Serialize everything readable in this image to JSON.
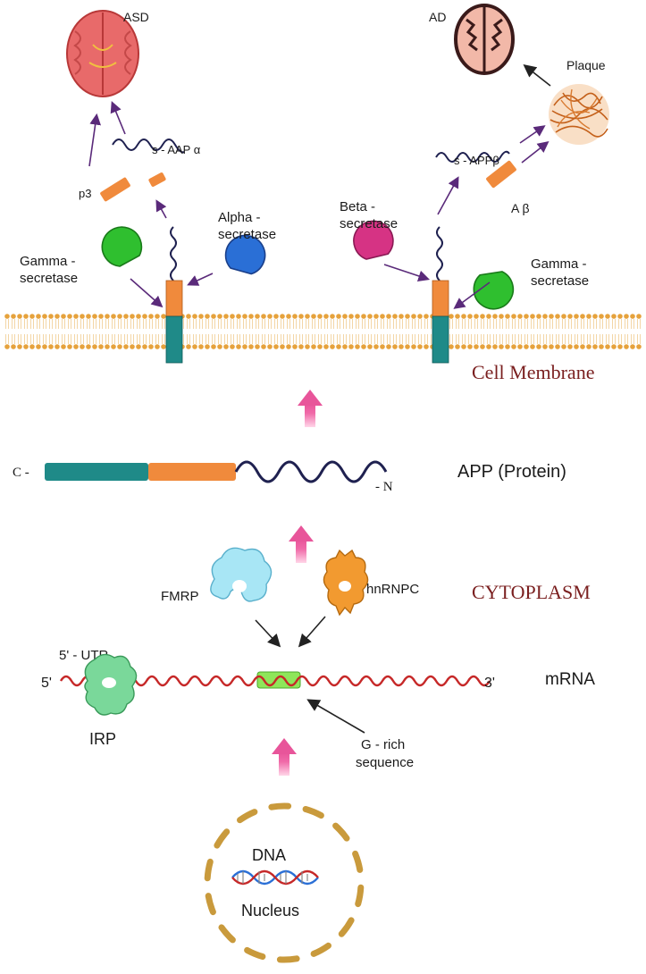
{
  "colors": {
    "teal": "#1f8a88",
    "orange": "#f08a3c",
    "navy": "#1f2150",
    "membrane": "#e6a23c",
    "pink_arrow": "#e8559a",
    "mrna": "#c62828",
    "gamma_secretase": "#2fbf2f",
    "alpha_secretase": "#2a6fd6",
    "beta_secretase": "#d63384",
    "nucleus": "#c99a3c",
    "dark_red_label": "#7a1f1f"
  },
  "labels": {
    "asd": "ASD",
    "ad": "AD",
    "plaque": "Plaque",
    "s_aap_alpha": "s - AAP α",
    "s_app_beta": "s - APPβ",
    "p3": "p3",
    "a_beta": "A β",
    "alpha_secretase_line1": "Alpha -",
    "alpha_secretase_line2": "secretase",
    "beta_secretase_line1": "Beta -",
    "beta_secretase_line2": "secretase",
    "gamma_left_line1": "Gamma -",
    "gamma_left_line2": "secretase",
    "gamma_right_line1": "Gamma -",
    "gamma_right_line2": "secretase",
    "cell_membrane": "Cell Membrane",
    "c_terminus": "C -",
    "n_terminus": "- N",
    "app_protein": "APP (Protein)",
    "cytoplasm": "CYTOPLASM",
    "fmrp": "FMRP",
    "hnrnpc": "hnRNPC",
    "utr": "5' - UTR",
    "five_prime": "5'",
    "three_prime": "3'",
    "mrna": "mRNA",
    "irp": "IRP",
    "g_rich_line1": "G - rich",
    "g_rich_line2": "sequence",
    "dna": "DNA",
    "nucleus": "Nucleus"
  }
}
